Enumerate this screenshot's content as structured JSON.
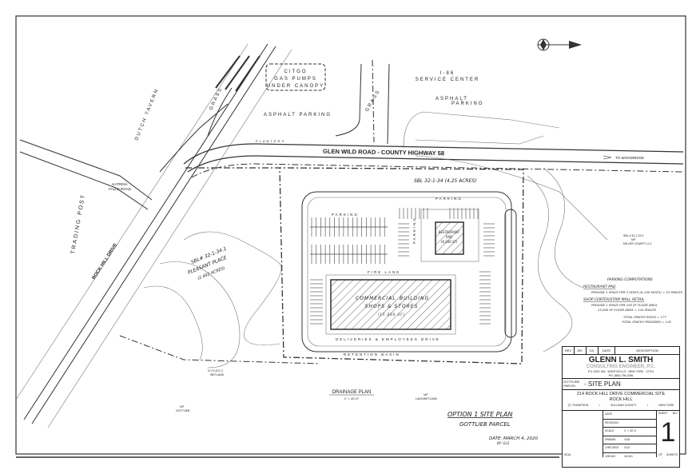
{
  "drawing": {
    "labels": {
      "citgo": [
        "CITGO",
        "GAS PUMPS",
        "UNDER CANOPY"
      ],
      "service_center": [
        "I-86",
        "SERVICE CENTER"
      ],
      "asphalt_parking_left": "ASPHALT PARKING",
      "asphalt_parking_right": [
        "ASPHALT",
        "PARKING"
      ],
      "grass": "GRASS",
      "planters": "PLANTERS",
      "road_name": "GLEN WILD ROAD - COUNTY HIGHWAY 58",
      "to_woodridge": "TO WOODRIDGE",
      "dutch_tavern": "DUTCH TAVERN",
      "katrina_falls": [
        "KATRINA",
        "FALLS ROAD"
      ],
      "trading_post": "TRADING POST",
      "rock_hill_drive": "ROCK HILL DRIVE",
      "sbl_main": "SBL 32-1-34 (4.25 ACRES)",
      "sbl_west": [
        "SBL# 32-1-34.1",
        "PLEASANT PLACE",
        "(2.402 ACRES)"
      ],
      "sbl_east": [
        "SBL # 32-1-33.3",
        "N/F",
        "MILLER COUNTY LLC"
      ],
      "parking": "PARKING",
      "restaurant": [
        "RESTAURANT",
        "PAD",
        "(4,200 SF)"
      ],
      "building": [
        "COMMERCIAL",
        "BUILDING",
        "SHOPS & STORES",
        "(15,000 SF)"
      ],
      "fire_lane": "FIRE LANE",
      "deliveries": "DELIVERIES & EMPLOYEES DRIVE",
      "basin": "RETENTION BASIN",
      "wetland": [
        "N.Y.S.D.E.C.",
        "WETLAND"
      ],
      "gottlieb_nf": [
        "N/F",
        "GOTTLIEB"
      ],
      "lake_wetland": [
        "N/F",
        "LAKE/WETLAND"
      ],
      "drainage_plan": "DRAINAGE PLAN",
      "drainage_scale": "1\" = 40'-0\""
    },
    "parking_computations": {
      "title": "PARKING COMPUTATIONS",
      "restaurant_heading": "RESTAURANT PAD",
      "restaurant_line": "PROVIDE 1 SPACE PER 3 SEATS (& 100 SEATS) = 33 SPACES",
      "shop_heading": "SHOP CENTER/STRIP MALL RETAIL",
      "shop_line1": "PROVIDE 1 SPACE PER 100 SF FLOOR AREA",
      "shop_line2": "15,000 SF FLOOR AREA  =   144 SPACES",
      "total_required": "TOTAL SPACES REQ'D = 177",
      "total_provided": "TOTAL SPACES PROVIDED = 118"
    },
    "handwritten": {
      "option_title": "OPTION 1 SITE PLAN",
      "parcel": "GOTTLIEB PARCEL",
      "date": "DATE: MARCH 4, 2020",
      "by": "BY: GLS"
    }
  },
  "title_block": {
    "rev_headers": [
      "REV",
      "DR.",
      "CK.",
      "DATE",
      "DESCRIPTION"
    ],
    "firm_name": "GLENN L. SMITH",
    "firm_subtitle": "CONSULTING ENGINEER, P.C.",
    "address": "P.O. BOX 156 · MONTICELLO · NEW YORK · 12701",
    "phone": "PH. (845) 796-2256",
    "parcel_handwritten": [
      "GOTTLIEB",
      "PARCEL"
    ],
    "sheet_title": "- SITE PLAN",
    "project": "214 ROCK HILL DRIVE COMMERCIAL SITE",
    "location": "ROCK HILL",
    "town": "(T) THOMPSON",
    "county": "SULLIVAN COUNTY",
    "state": "NEW YORK",
    "fields": [
      {
        "label": "DATE",
        "value": ""
      },
      {
        "label": "REVISION",
        "value": ""
      },
      {
        "label": "SCALE",
        "value": "1\" = 40'-0"
      },
      {
        "label": "DRAWN",
        "value": "OLB"
      },
      {
        "label": "CHECKED",
        "value": "GLS"
      },
      {
        "label": "JOB NO.",
        "value": "18-001"
      }
    ],
    "seal_label": "SEAL",
    "sheet_label": "SHEET",
    "no_label": "NO.",
    "sheet_number": "1",
    "of_label": "OF",
    "sheets_label": "SHEETS"
  },
  "colors": {
    "ink": "#222222",
    "paper": "#ffffff",
    "firm_subtitle": "#aaaaaa"
  },
  "icons": {
    "north_arrow": "north-arrow-icon"
  }
}
